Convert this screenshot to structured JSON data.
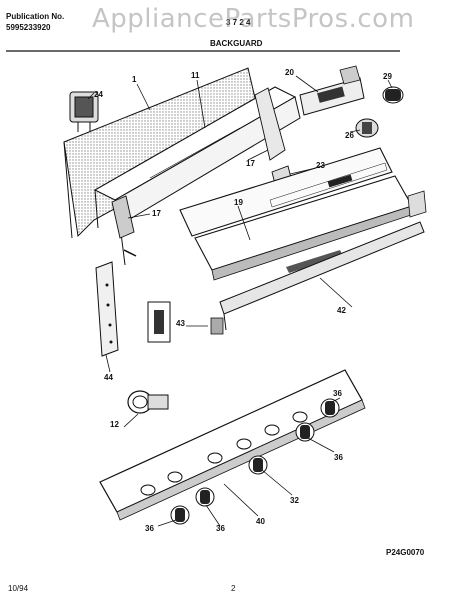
{
  "header": {
    "publication_label": "Publication No.",
    "publication_number": "5995233920",
    "model_partial": "3 7 2 4",
    "section_title": "BACKGUARD"
  },
  "watermark": "AppliancePartsPros.com",
  "footer": {
    "date": "10/94",
    "page": "2",
    "diagram_code": "P24G0070"
  },
  "callouts": {
    "c1": "1",
    "c11": "11",
    "c20": "20",
    "c29": "29",
    "c24": "24",
    "c26": "26",
    "c17a": "17",
    "c23": "23",
    "c17b": "17",
    "c19": "19",
    "c42": "42",
    "c43": "43",
    "c44": "44",
    "c36a": "36",
    "c12": "12",
    "c36b": "36",
    "c32": "32",
    "c40": "40",
    "c36c": "36",
    "c36d": "36"
  },
  "colors": {
    "ink": "#111111",
    "shade": "#9a9a9a",
    "paper": "#ffffff"
  }
}
